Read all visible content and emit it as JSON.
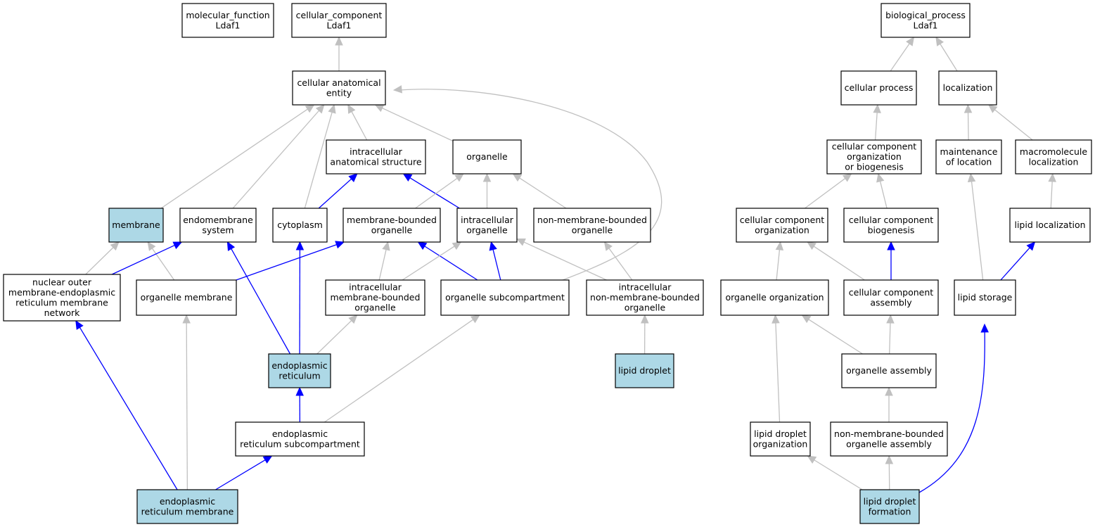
{
  "colors": {
    "grey_edge": "#c0c0c0",
    "blue_edge": "#0000ff",
    "annotated_fill": "#add8e6",
    "default_fill": "#ffffff"
  },
  "nodes": [
    {
      "id": "mf",
      "lines": [
        "molecular_function",
        "Ldaf1"
      ],
      "annotated": false
    },
    {
      "id": "cc",
      "lines": [
        "cellular_component",
        "Ldaf1"
      ],
      "annotated": false
    },
    {
      "id": "bp",
      "lines": [
        "biological_process",
        "Ldaf1"
      ],
      "annotated": false
    },
    {
      "id": "cae",
      "lines": [
        "cellular anatomical",
        "entity"
      ],
      "annotated": false
    },
    {
      "id": "cp",
      "lines": [
        "cellular process"
      ],
      "annotated": false
    },
    {
      "id": "loc",
      "lines": [
        "localization"
      ],
      "annotated": false
    },
    {
      "id": "ias",
      "lines": [
        "intracellular",
        "anatomical structure"
      ],
      "annotated": false
    },
    {
      "id": "org",
      "lines": [
        "organelle"
      ],
      "annotated": false
    },
    {
      "id": "ccob",
      "lines": [
        "cellular component",
        "organization",
        "or biogenesis"
      ],
      "annotated": false
    },
    {
      "id": "mol",
      "lines": [
        "maintenance",
        "of location"
      ],
      "annotated": false
    },
    {
      "id": "macl",
      "lines": [
        "macromolecule",
        "localization"
      ],
      "annotated": false
    },
    {
      "id": "mem",
      "lines": [
        "membrane"
      ],
      "annotated": true
    },
    {
      "id": "ems",
      "lines": [
        "endomembrane",
        "system"
      ],
      "annotated": false
    },
    {
      "id": "cyt",
      "lines": [
        "cytoplasm"
      ],
      "annotated": false
    },
    {
      "id": "mbo",
      "lines": [
        "membrane-bounded",
        "organelle"
      ],
      "annotated": false
    },
    {
      "id": "io",
      "lines": [
        "intracellular",
        "organelle"
      ],
      "annotated": false
    },
    {
      "id": "nmbo",
      "lines": [
        "non-membrane-bounded",
        "organelle"
      ],
      "annotated": false
    },
    {
      "id": "cco",
      "lines": [
        "cellular component",
        "organization"
      ],
      "annotated": false
    },
    {
      "id": "ccb",
      "lines": [
        "cellular component",
        "biogenesis"
      ],
      "annotated": false
    },
    {
      "id": "ll",
      "lines": [
        "lipid localization"
      ],
      "annotated": false
    },
    {
      "id": "nom",
      "lines": [
        "nuclear outer",
        "membrane-endoplasmic",
        "reticulum membrane",
        "network"
      ],
      "annotated": false
    },
    {
      "id": "om",
      "lines": [
        "organelle membrane"
      ],
      "annotated": false
    },
    {
      "id": "imbo",
      "lines": [
        "intracellular",
        "membrane-bounded",
        "organelle"
      ],
      "annotated": false
    },
    {
      "id": "osc",
      "lines": [
        "organelle subcompartment"
      ],
      "annotated": false
    },
    {
      "id": "inmbo",
      "lines": [
        "intracellular",
        "non-membrane-bounded",
        "organelle"
      ],
      "annotated": false
    },
    {
      "id": "oo",
      "lines": [
        "organelle organization"
      ],
      "annotated": false
    },
    {
      "id": "cca",
      "lines": [
        "cellular component",
        "assembly"
      ],
      "annotated": false
    },
    {
      "id": "ls",
      "lines": [
        "lipid storage"
      ],
      "annotated": false
    },
    {
      "id": "er",
      "lines": [
        "endoplasmic",
        "reticulum"
      ],
      "annotated": true
    },
    {
      "id": "ld",
      "lines": [
        "lipid droplet"
      ],
      "annotated": true
    },
    {
      "id": "oa",
      "lines": [
        "organelle assembly"
      ],
      "annotated": false
    },
    {
      "id": "ersc",
      "lines": [
        "endoplasmic",
        "reticulum subcompartment"
      ],
      "annotated": false
    },
    {
      "id": "ldo",
      "lines": [
        "lipid droplet",
        "organization"
      ],
      "annotated": false
    },
    {
      "id": "nmboa",
      "lines": [
        "non-membrane-bounded",
        "organelle assembly"
      ],
      "annotated": false
    },
    {
      "id": "erm",
      "lines": [
        "endoplasmic",
        "reticulum membrane"
      ],
      "annotated": true
    },
    {
      "id": "ldf",
      "lines": [
        "lipid droplet",
        "formation"
      ],
      "annotated": true
    }
  ],
  "edges": [
    {
      "from": "cae",
      "to": "cc",
      "color": "grey"
    },
    {
      "from": "cp",
      "to": "bp",
      "color": "grey"
    },
    {
      "from": "loc",
      "to": "bp",
      "color": "grey"
    },
    {
      "from": "ias",
      "to": "cae",
      "color": "grey"
    },
    {
      "from": "org",
      "to": "cae",
      "color": "grey"
    },
    {
      "from": "mem",
      "to": "cae",
      "color": "grey"
    },
    {
      "from": "ems",
      "to": "cae",
      "color": "grey"
    },
    {
      "from": "cyt",
      "to": "cae",
      "color": "grey"
    },
    {
      "from": "osc",
      "to": "cae",
      "color": "grey"
    },
    {
      "from": "cyt",
      "to": "ias",
      "color": "blue"
    },
    {
      "from": "io",
      "to": "ias",
      "color": "blue"
    },
    {
      "from": "mbo",
      "to": "org",
      "color": "grey"
    },
    {
      "from": "io",
      "to": "org",
      "color": "grey"
    },
    {
      "from": "nmbo",
      "to": "org",
      "color": "grey"
    },
    {
      "from": "nom",
      "to": "mem",
      "color": "grey"
    },
    {
      "from": "om",
      "to": "mem",
      "color": "grey"
    },
    {
      "from": "nom",
      "to": "ems",
      "color": "blue"
    },
    {
      "from": "er",
      "to": "ems",
      "color": "blue"
    },
    {
      "from": "er",
      "to": "cyt",
      "color": "blue"
    },
    {
      "from": "om",
      "to": "mbo",
      "color": "blue"
    },
    {
      "from": "imbo",
      "to": "mbo",
      "color": "grey"
    },
    {
      "from": "osc",
      "to": "mbo",
      "color": "blue"
    },
    {
      "from": "imbo",
      "to": "io",
      "color": "grey"
    },
    {
      "from": "osc",
      "to": "io",
      "color": "blue"
    },
    {
      "from": "inmbo",
      "to": "io",
      "color": "grey"
    },
    {
      "from": "inmbo",
      "to": "nmbo",
      "color": "grey"
    },
    {
      "from": "er",
      "to": "imbo",
      "color": "grey"
    },
    {
      "from": "ersc",
      "to": "osc",
      "color": "grey"
    },
    {
      "from": "ld",
      "to": "inmbo",
      "color": "grey"
    },
    {
      "from": "ersc",
      "to": "er",
      "color": "blue"
    },
    {
      "from": "erm",
      "to": "nom",
      "color": "blue"
    },
    {
      "from": "erm",
      "to": "om",
      "color": "grey"
    },
    {
      "from": "erm",
      "to": "ersc",
      "color": "blue"
    },
    {
      "from": "ccob",
      "to": "cp",
      "color": "grey"
    },
    {
      "from": "mol",
      "to": "loc",
      "color": "grey"
    },
    {
      "from": "macl",
      "to": "loc",
      "color": "grey"
    },
    {
      "from": "cco",
      "to": "ccob",
      "color": "grey"
    },
    {
      "from": "ccb",
      "to": "ccob",
      "color": "grey"
    },
    {
      "from": "ll",
      "to": "macl",
      "color": "grey"
    },
    {
      "from": "oo",
      "to": "cco",
      "color": "grey"
    },
    {
      "from": "cca",
      "to": "cco",
      "color": "grey"
    },
    {
      "from": "cca",
      "to": "ccb",
      "color": "blue"
    },
    {
      "from": "ls",
      "to": "mol",
      "color": "grey"
    },
    {
      "from": "ls",
      "to": "ll",
      "color": "blue"
    },
    {
      "from": "oa",
      "to": "oo",
      "color": "grey"
    },
    {
      "from": "oa",
      "to": "cca",
      "color": "grey"
    },
    {
      "from": "ldo",
      "to": "oo",
      "color": "grey"
    },
    {
      "from": "nmboa",
      "to": "oa",
      "color": "grey"
    },
    {
      "from": "ldf",
      "to": "ldo",
      "color": "grey"
    },
    {
      "from": "ldf",
      "to": "nmboa",
      "color": "grey"
    },
    {
      "from": "ldf",
      "to": "ls",
      "color": "blue"
    }
  ]
}
